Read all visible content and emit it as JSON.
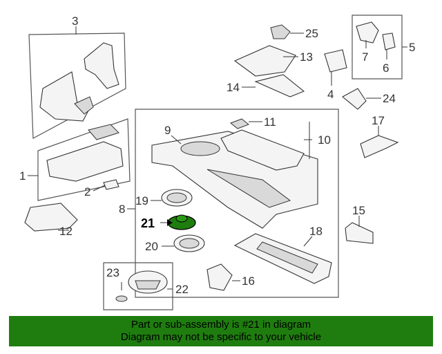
{
  "callouts": {
    "c1": "1",
    "c2": "2",
    "c3": "3",
    "c4": "4",
    "c5": "5",
    "c6": "6",
    "c7": "7",
    "c8": "8",
    "c9": "9",
    "c10": "10",
    "c11": "11",
    "c12": "12",
    "c13": "13",
    "c14": "14",
    "c15": "15",
    "c16": "16",
    "c17": "17",
    "c18": "18",
    "c19": "19",
    "c20": "20",
    "c21": "21",
    "c22": "22",
    "c23": "23",
    "c24": "24",
    "c25": "25"
  },
  "highlight": {
    "part": "21",
    "color": "#1f7d0f"
  },
  "banner": {
    "line1": "Part or sub-assembly is #21 in diagram",
    "line2": "Diagram may not be specific to your vehicle",
    "background": "#1f7d0f"
  }
}
